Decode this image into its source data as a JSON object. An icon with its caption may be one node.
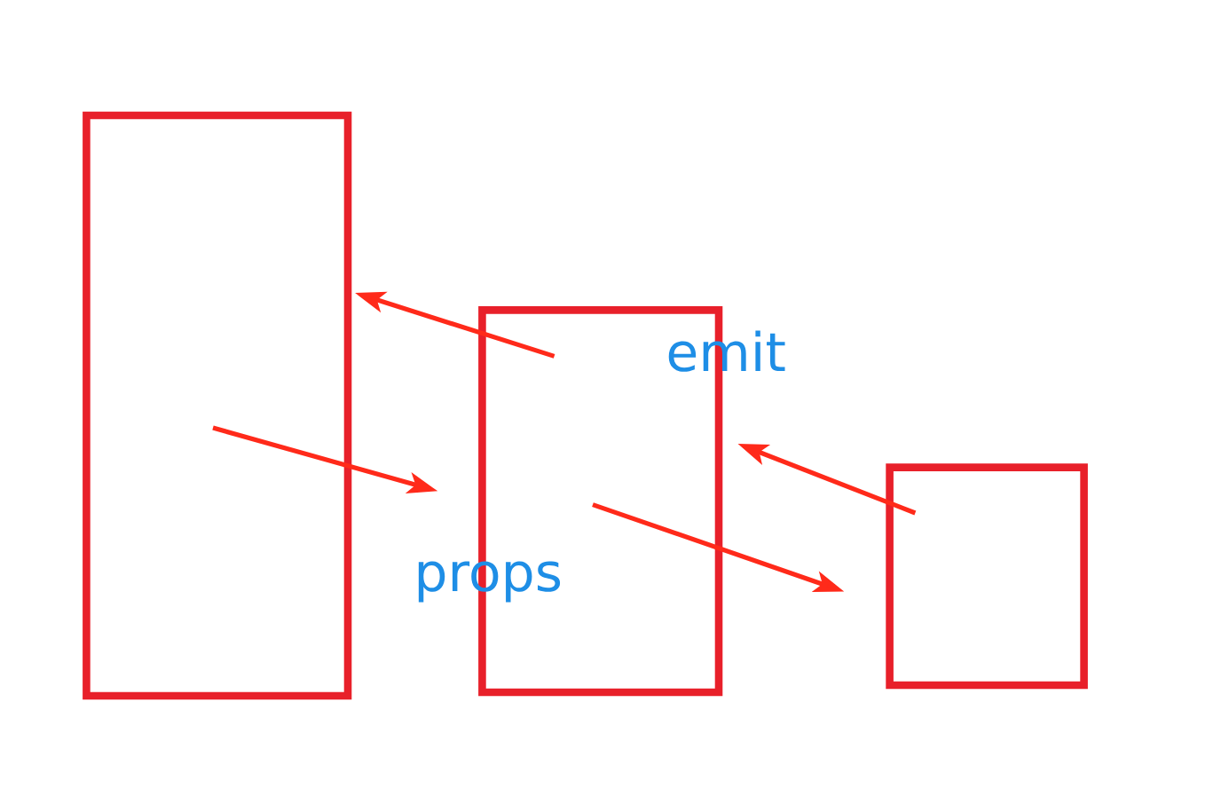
{
  "diagram": {
    "nodes": [
      {
        "text": [],
        "shape": "box"
      },
      {
        "text": [],
        "shape": "box"
      },
      {
        "text": [],
        "shape": "box"
      }
    ],
    "edges": [
      {
        "from": 1,
        "to": 0,
        "arrow": "to"
      },
      {
        "from": 0,
        "to": 1,
        "arrow": "to"
      },
      {
        "from": 2,
        "to": 1,
        "arrow": "to"
      },
      {
        "from": 1,
        "to": 2,
        "arrow": "to"
      }
    ],
    "labels": [
      "emit",
      "props"
    ]
  }
}
